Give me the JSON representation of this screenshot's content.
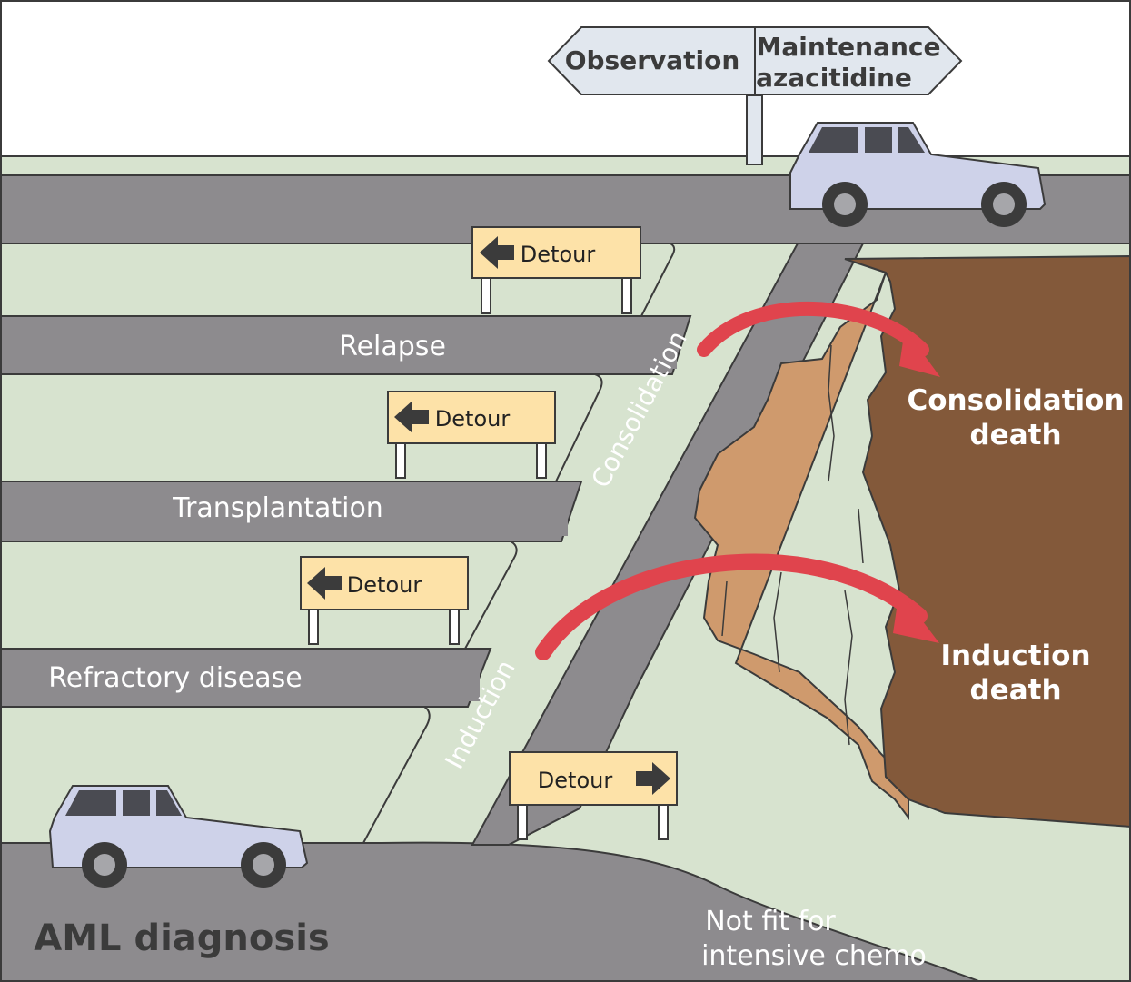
{
  "colors": {
    "road": "#8d8b8e",
    "grass": "#d7e3cf",
    "cliff_top": "#83593a",
    "cliff_face": "#cf9a6d",
    "sign": "#fde2a8",
    "signpost_board": "#e1e7ee",
    "arrow": "#e0444d",
    "car_body": "#ced2e9",
    "outline": "#3b3b3b"
  },
  "signpost": {
    "left_label": "Observation",
    "right_line1": "Maintenance",
    "right_line2": "azacitidine"
  },
  "detour_signs": [
    {
      "label": "Detour",
      "arrow": "left-arrow-icon"
    },
    {
      "label": "Detour",
      "arrow": "left-arrow-icon"
    },
    {
      "label": "Detour",
      "arrow": "left-arrow-icon"
    },
    {
      "label": "Detour",
      "arrow": "right-arrow-icon"
    }
  ],
  "roads": {
    "relapse": "Relapse",
    "transplantation": "Transplantation",
    "refractory": "Refractory disease",
    "consolidation": "Consolidation",
    "induction": "Induction",
    "not_fit_line1": "Not fit for",
    "not_fit_line2": "intensive chemo",
    "diagnosis": "AML diagnosis"
  },
  "outcomes": {
    "consolidation_line1": "Consolidation",
    "consolidation_line2": "death",
    "induction_line1": "Induction",
    "induction_line2": "death"
  },
  "icons": [
    "car-icon",
    "signpost-icon",
    "detour-sign-icon",
    "curved-arrow-icon",
    "cliff-icon"
  ]
}
